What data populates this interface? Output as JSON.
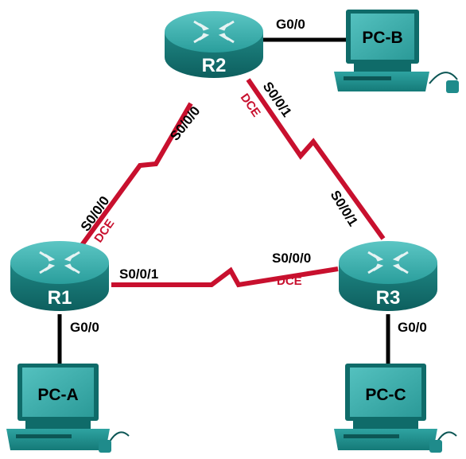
{
  "routers": {
    "r1": "R1",
    "r2": "R2",
    "r3": "R3"
  },
  "pcs": {
    "a": "PC-A",
    "b": "PC-B",
    "c": "PC-C"
  },
  "interfaces": {
    "r2_g00": "G0/0",
    "r2_s000": "S0/0/0",
    "r2_s001": "S0/0/1",
    "r1_s000": "S0/0/0",
    "r1_s001": "S0/0/1",
    "r1_g00": "G0/0",
    "r3_s000": "S0/0/0",
    "r3_s001": "S0/0/1",
    "r3_g00": "G0/0"
  },
  "dce": {
    "r2": "DCE",
    "r1": "DCE",
    "r3": "DCE"
  },
  "colors": {
    "serial": "#c8102e",
    "ethernet": "#000000",
    "device": "#1f8b8b",
    "device_top": "#3fb7b7"
  }
}
